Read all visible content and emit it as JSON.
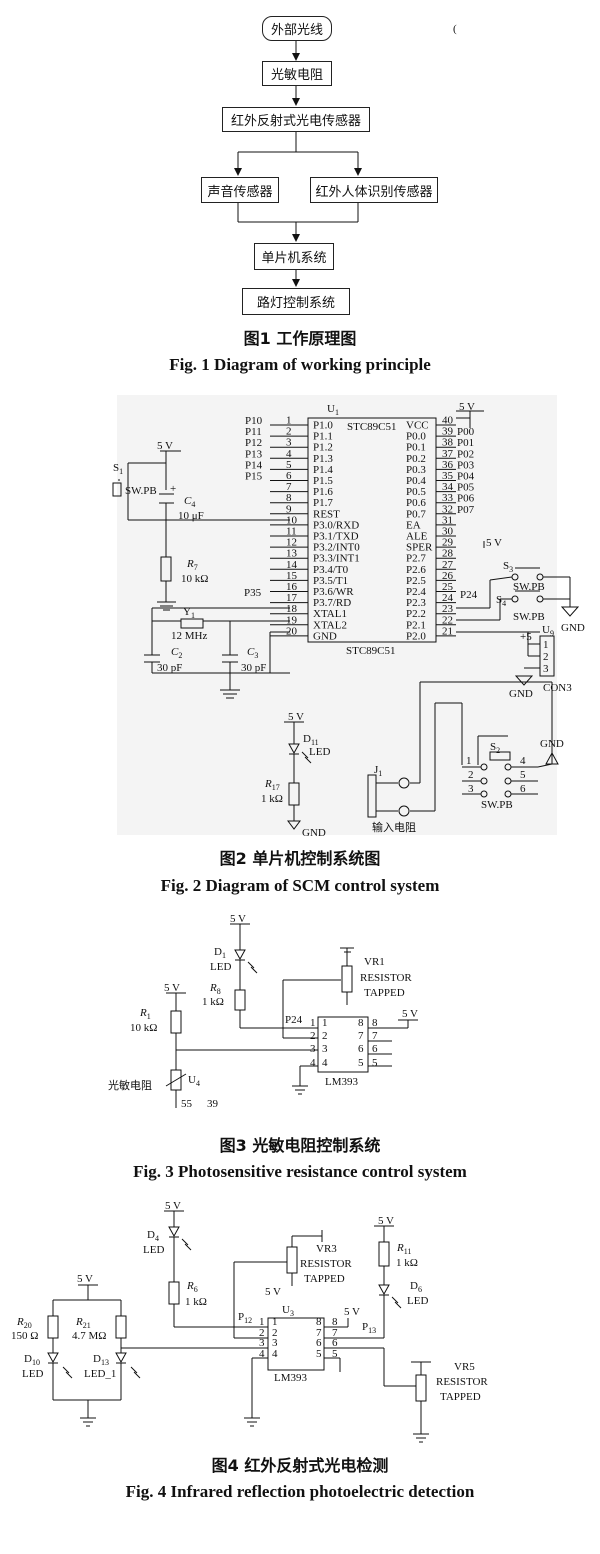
{
  "fig1": {
    "boxes": [
      "外部光线",
      "光敏电阻",
      "红外反射式光电传感器",
      "声音传感器",
      "红外人体识别传感器",
      "单片机系统",
      "路灯控制系统"
    ],
    "corner_mark": "(",
    "caption_zh": "图1  工作原理图",
    "caption_en": "Fig. 1  Diagram of working principle"
  },
  "fig2": {
    "caption_zh": "图2  单片机控制系统图",
    "caption_en": "Fig. 2  Diagram of SCM control system",
    "chip_ref": "U",
    "chip_ref_sub": "1",
    "chip_name": "STC89C51",
    "left_pins": [
      {
        "n": "1",
        "name": "P1.0"
      },
      {
        "n": "2",
        "name": "P1.1"
      },
      {
        "n": "3",
        "name": "P1.2"
      },
      {
        "n": "4",
        "name": "P1.3"
      },
      {
        "n": "5",
        "name": "P1.4"
      },
      {
        "n": "6",
        "name": "P1.5"
      },
      {
        "n": "7",
        "name": "P1.6"
      },
      {
        "n": "8",
        "name": "P1.7"
      },
      {
        "n": "9",
        "name": "REST"
      },
      {
        "n": "10",
        "name": "P3.0/RXD"
      },
      {
        "n": "11",
        "name": "P3.1/TXD"
      },
      {
        "n": "12",
        "name": "P3.2/INT0"
      },
      {
        "n": "13",
        "name": "P3.3/INT1"
      },
      {
        "n": "14",
        "name": "P3.4/T0"
      },
      {
        "n": "15",
        "name": "P3.5/T1"
      },
      {
        "n": "16",
        "name": "P3.6/WR"
      },
      {
        "n": "17",
        "name": "P3.7/RD"
      },
      {
        "n": "18",
        "name": "XTAL1"
      },
      {
        "n": "19",
        "name": "XTAL2"
      },
      {
        "n": "20",
        "name": "GND"
      }
    ],
    "right_pins": [
      {
        "n": "40",
        "name": "VCC"
      },
      {
        "n": "39",
        "name": "P0.0"
      },
      {
        "n": "38",
        "name": "P0.1"
      },
      {
        "n": "37",
        "name": "P0.2"
      },
      {
        "n": "36",
        "name": "P0.3"
      },
      {
        "n": "35",
        "name": "P0.4"
      },
      {
        "n": "34",
        "name": "P0.5"
      },
      {
        "n": "33",
        "name": "P0.6"
      },
      {
        "n": "32",
        "name": "P0.7"
      },
      {
        "n": "31",
        "name": "EA"
      },
      {
        "n": "30",
        "name": "ALE"
      },
      {
        "n": "29",
        "name": "SPER"
      },
      {
        "n": "28",
        "name": "P2.7"
      },
      {
        "n": "27",
        "name": "P2.6"
      },
      {
        "n": "26",
        "name": "P2.5"
      },
      {
        "n": "25",
        "name": "P2.4"
      },
      {
        "n": "24",
        "name": "P2.3"
      },
      {
        "n": "23",
        "name": "P2.2"
      },
      {
        "n": "22",
        "name": "P2.1"
      },
      {
        "n": "21",
        "name": "P2.0"
      }
    ],
    "left_nets": [
      "P10",
      "P11",
      "P12",
      "P13",
      "P14",
      "P15"
    ],
    "right_nets": [
      "P00",
      "P01",
      "P02",
      "P03",
      "P04",
      "P05",
      "P06",
      "P07"
    ],
    "labels": {
      "vcc_top": "5  V",
      "vcc_ea": "5  V",
      "vcc_rst": "5  V",
      "vcc_led": "5  V",
      "s1": "S",
      "s1_sub": "1",
      "s1_type": "SW.PB",
      "c4": "C",
      "c4_sub": "4",
      "c4_val": "10  μF",
      "c4_plus": "+",
      "r7": "R",
      "r7_sub": "7",
      "r7_val": "10  kΩ",
      "p35": "P35",
      "p24": "P24",
      "y1": "Y",
      "y1_sub": "1",
      "y1_val": "12  MHz",
      "c2": "C",
      "c2_sub": "2",
      "c2_val": "30  pF",
      "c3": "C",
      "c3_sub": "3",
      "c3_val": "30  pF",
      "s3": "S",
      "s3_sub": "3",
      "s3_type": "SW.PB",
      "s4": "S",
      "s4_sub": "4",
      "s4_type": "SW.PB",
      "gnd": "GND",
      "plus5": "+5",
      "u9": "U",
      "u9_sub": "9",
      "con3": "CON3",
      "d11": "D",
      "d11_sub": "11",
      "led": "LED",
      "r17": "R",
      "r17_sub": "17",
      "r17_val": "1  kΩ",
      "j1": "J",
      "j1_sub": "1",
      "input_res": "输入电阻",
      "s2": "S",
      "s2_sub": "2",
      "s2_type": "SW.PB"
    }
  },
  "fig3": {
    "caption_zh": "图3  光敏电阻控制系统",
    "caption_en": "Fig. 3  Photosensitive resistance control system",
    "labels": {
      "vcc": "5  V",
      "d1": "D",
      "d1_sub": "1",
      "led": "LED",
      "r8": "R",
      "r8_sub": "8",
      "r8_val": "1  kΩ",
      "vr1": "VR1",
      "vr1_type1": "RESISTOR",
      "vr1_type2": "TAPPED",
      "r1": "R",
      "r1_sub": "1",
      "r1_val": "10  kΩ",
      "p24": "P24",
      "ic": "LM393",
      "photo": "光敏电阻",
      "u4": "U",
      "u4_sub": "4",
      "n55": "55",
      "n39": "39"
    },
    "ic_left": [
      "1",
      "2",
      "3",
      "4"
    ],
    "ic_right": [
      "8",
      "7",
      "6",
      "5"
    ]
  },
  "fig4": {
    "caption_zh": "图4  红外反射式光电检测",
    "caption_en": "Fig. 4  Infrared reflection photoelectric detection",
    "labels": {
      "vcc": "5  V",
      "d4": "D",
      "d4_sub": "4",
      "led": "LED",
      "r6": "R",
      "r6_sub": "6",
      "r6_val": "1  kΩ",
      "vr3": "VR3",
      "res": "RESISTOR",
      "tap": "TAPPED",
      "p12": "P",
      "p12_sub": "12",
      "u3": "U",
      "u3_sub": "3",
      "r11": "R",
      "r11_sub": "11",
      "r11_val": "1  kΩ",
      "d6": "D",
      "d6_sub": "6",
      "p13": "P",
      "p13_sub": "13",
      "r20": "R",
      "r20_sub": "20",
      "r20_val": "150  Ω",
      "r21": "R",
      "r21_sub": "21",
      "r21_val": "4.7  MΩ",
      "d10": "D",
      "d10_sub": "10",
      "d13": "D",
      "d13_sub": "13",
      "led1": "LED_1",
      "ic": "LM393",
      "vr5": "VR5"
    },
    "ic_left": [
      "1",
      "2",
      "3",
      "4"
    ],
    "ic_right": [
      "8",
      "7",
      "6",
      "5"
    ]
  }
}
